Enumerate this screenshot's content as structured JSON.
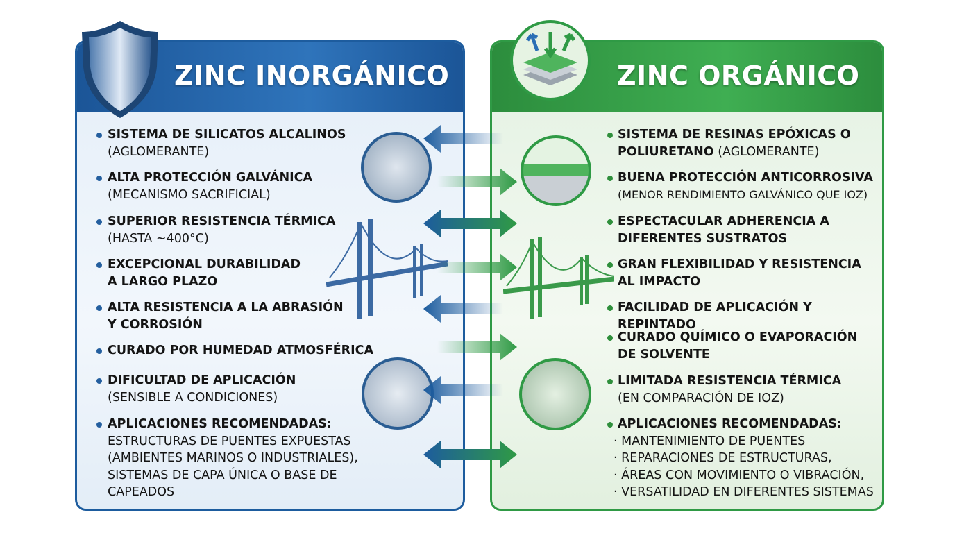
{
  "left": {
    "title": "ZINC INORGÁNICO",
    "color": "#1d5c9e",
    "icon": "shield-icon",
    "items": [
      {
        "main": "SISTEMA DE SILICATOS ALCALINOS",
        "sub": "(AGLOMERANTE)"
      },
      {
        "main": "ALTA PROTECCIÓN GALVÁNICA",
        "sub": "(MECANISMO SACRIFICIAL)"
      },
      {
        "main": "SUPERIOR RESISTENCIA TÉRMICA",
        "sub": "(HASTA ~400°C)"
      },
      {
        "main": "EXCEPCIONAL DURABILIDAD A LARGO PLAZO",
        "sub": ""
      },
      {
        "main": "ALTA RESISTENCIA A LA ABRASIÓN Y CORROSIÓN",
        "sub": ""
      },
      {
        "main": "CURADO POR HUMEDAD ATMOSFÉRICA",
        "sub": ""
      },
      {
        "main": "DIFICULTAD DE APLICACIÓN",
        "sub": "(SENSIBLE A CONDICIONES)"
      },
      {
        "main": "APLICACIONES RECOMENDADAS:",
        "sub": "ESTRUCTURAS DE PUENTES EXPUESTAS (AMBIENTES MARINOS O INDUSTRIALES), SISTEMAS DE CAPA ÚNICA O BASE DE CAPEADOS"
      }
    ]
  },
  "right": {
    "title": "ZINC ORGÁNICO",
    "color": "#2f9a45",
    "icon": "coating-layers-icon",
    "items": [
      {
        "main": "SISTEMA DE RESINAS EPÓXICAS O POLIURETANO",
        "sub": "(AGLOMERANTE)"
      },
      {
        "main": "BUENA PROTECCIÓN ANTICORROSIVA",
        "sub": "(MENOR RENDIMIENTO GALVÁNICO QUE IOZ)"
      },
      {
        "main": "ESPECTACULAR ADHERENCIA A DIFERENTES SUSTRATOS",
        "sub": ""
      },
      {
        "main": "GRAN FLEXIBILIDAD Y RESISTENCIA AL IMPACTO",
        "sub": ""
      },
      {
        "main": "FACILIDAD DE APLICACIÓN Y REPINTADO",
        "sub": ""
      },
      {
        "main": "CURADO QUÍMICO O EVAPORACIÓN DE SOLVENTE",
        "sub": ""
      },
      {
        "main": "LIMITADA RESISTENCIA TÉRMICA",
        "sub": "(EN COMPARACIÓN DE IOZ)"
      },
      {
        "main": "APLICACIONES RECOMENDADAS:",
        "bullets": [
          "MANTENIMIENTO DE PUENTES",
          "REPARACIONES DE ESTRUCTURAS,",
          "ÁREAS CON MOVIMIENTO O VIBRACIÓN,",
          "VERSATILIDAD EN DIFERENTES SISTEMAS"
        ]
      }
    ]
  }
}
